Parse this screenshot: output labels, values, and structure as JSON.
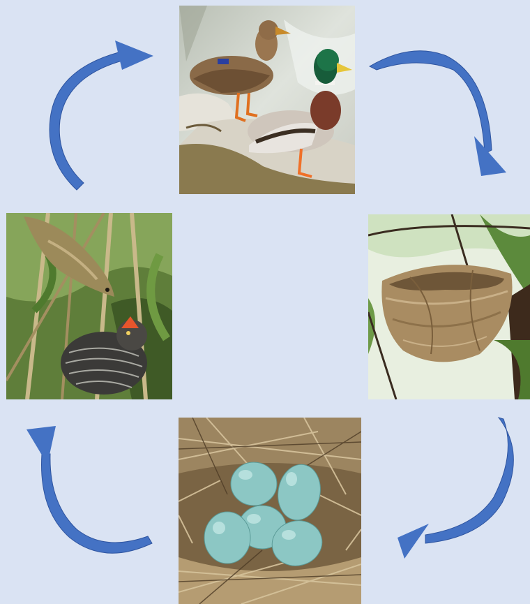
{
  "diagram": {
    "type": "cycle",
    "stages": [
      {
        "id": "ducks",
        "icon": "mallard-ducks-photo"
      },
      {
        "id": "nest",
        "icon": "empty-nest-photo"
      },
      {
        "id": "eggs",
        "icon": "blue-eggs-in-nest-photo"
      },
      {
        "id": "cuckoo",
        "icon": "warbler-feeding-cuckoo-chick-photo"
      }
    ],
    "arrow_color": "#4472c4",
    "background_color": "#dae3f3"
  }
}
